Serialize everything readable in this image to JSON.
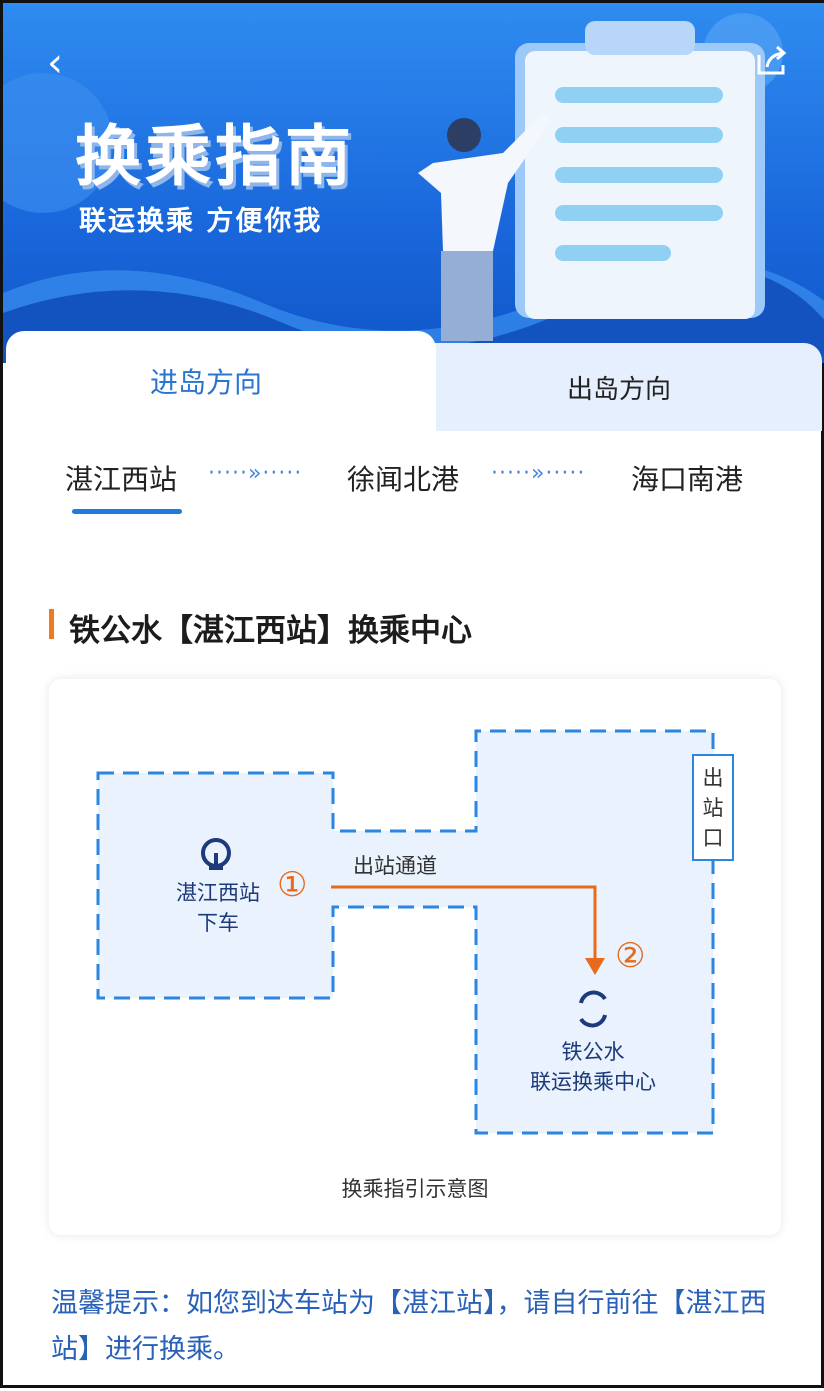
{
  "header": {
    "back_icon": "chevron-left-icon",
    "share_icon": "share-icon",
    "title": "换乘指南",
    "subtitle": "联运换乘  方便你我"
  },
  "tabs": [
    {
      "label": "进岛方向",
      "active": true
    },
    {
      "label": "出岛方向",
      "active": false
    }
  ],
  "route": {
    "stops": [
      "湛江西站",
      "徐闻北港",
      "海口南港"
    ],
    "separator": "·····»·····",
    "active_index": 0
  },
  "section": {
    "title": "铁公水【湛江西站】换乘中心"
  },
  "diagram": {
    "start_label_line1": "湛江西站",
    "start_label_line2": "下车",
    "step1": "①",
    "step2": "②",
    "passage_label": "出站通道",
    "exit_label": "出站口",
    "center_line1": "铁公水",
    "center_line2": "联运换乘中心",
    "caption": "换乘指引示意图",
    "colors": {
      "dash": "#2a86e0",
      "fill": "#eaf3fd",
      "arrow": "#e86a1c",
      "icon": "#1d3a7a"
    }
  },
  "tip": "温馨提示：如您到达车站为【湛江站】，请自行前往【湛江西站】进行换乘。"
}
